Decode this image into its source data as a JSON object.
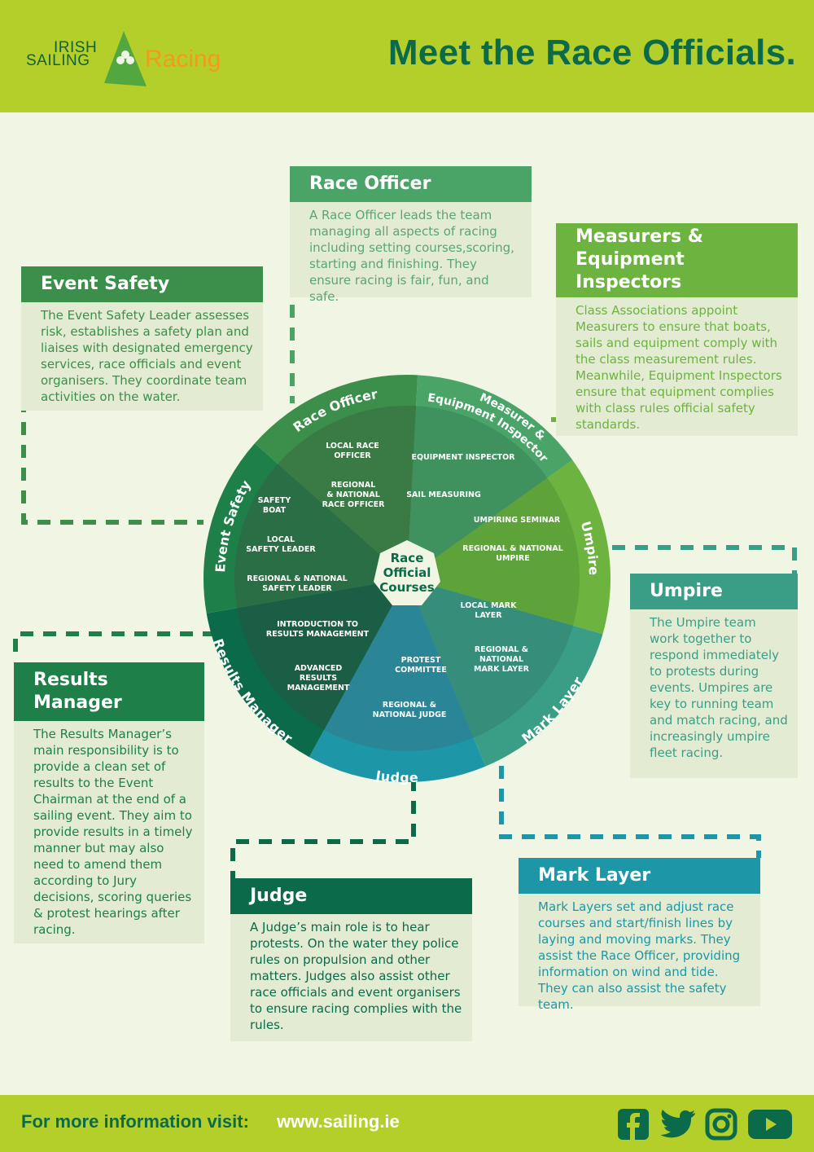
{
  "header": {
    "logo": {
      "line1": "IRISH",
      "line2": "SAILING",
      "line3": "Racing"
    },
    "title": "Meet the Race Officials."
  },
  "colors": {
    "header_bg": "#b5cf2a",
    "page_bg": "#f1f6e4",
    "race_officer": "#4aa468",
    "measurers": "#6cb33f",
    "umpire": "#3a9e86",
    "mark_layer": "#1d97a8",
    "judge": "#0b6a4a",
    "results_manager": "#1e8048",
    "event_safety": "#3b8f4a",
    "logo_orange": "#f39a1e"
  },
  "boxes": {
    "race_officer": {
      "title": "Race Officer",
      "text": "A Race Officer leads the team managing all aspects of racing including setting courses,scoring, starting and finishing. They ensure racing is fair, fun, and safe."
    },
    "measurers": {
      "title_line1": "Measurers &",
      "title_line2": "Equipment Inspectors",
      "text": "Class Associations appoint Measurers to ensure that boats, sails and equipment comply with the class measurement rules. Meanwhile, Equipment Inspectors ensure that equipment complies with class rules official safety standards."
    },
    "event_safety": {
      "title": "Event Safety",
      "text": "The Event Safety Leader assesses risk, establishes a safety plan and liaises with designated emergency services, race officials and event organisers. They coordinate team activities on the water."
    },
    "umpire": {
      "title": "Umpire",
      "text": "The Umpire team work together to respond immediately to protests during events. Umpires are key to running team and match racing, and increasingly umpire fleet racing."
    },
    "results_manager": {
      "title": "Results Manager",
      "text": "The Results Manager’s main responsibility is to provide a clean set of results to the Event Chairman at the end of a sailing event. They aim to provide results in a timely manner but may also need to amend them according to Jury decisions, scoring queries & protest hearings after racing."
    },
    "judge": {
      "title": "Judge",
      "text": "A Judge’s main role is to hear protests. On the water they police rules on propulsion and other matters. Judges also assist other race officials and event organisers to ensure racing complies with the rules."
    },
    "mark_layer": {
      "title": "Mark Layer",
      "text": "Mark Layers set and adjust race courses and start/finish lines by laying and moving marks. They assist the Race Officer, providing information on wind and tide. They can also assist the safety team."
    }
  },
  "wheel": {
    "center": [
      "Race",
      "Official",
      "Courses"
    ],
    "segments": [
      {
        "label": "Race Officer",
        "courses": [
          [
            "LOCAL RACE",
            "OFFICER"
          ],
          [
            "REGIONAL",
            "& NATIONAL",
            "RACE OFFICER"
          ]
        ]
      },
      {
        "label_line1": "Measurer &",
        "label_line2": "Equipment Inspector",
        "courses": [
          [
            "EQUIPMENT INSPECTOR"
          ],
          [
            "SAIL MEASURING"
          ]
        ]
      },
      {
        "label": "Umpire",
        "courses": [
          [
            "UMPIRING SEMINAR"
          ],
          [
            "REGIONAL & NATIONAL",
            "UMPIRE"
          ]
        ]
      },
      {
        "label": "Mark Layer",
        "courses": [
          [
            "LOCAL MARK",
            "LAYER"
          ],
          [
            "REGIONAL &",
            "NATIONAL",
            "MARK LAYER"
          ]
        ]
      },
      {
        "label": "Judge",
        "courses": [
          [
            "PROTEST",
            "COMMITTEE"
          ],
          [
            "REGIONAL &",
            "NATIONAL JUDGE"
          ]
        ]
      },
      {
        "label": "Results Manager",
        "courses": [
          [
            "INTRODUCTION TO",
            "RESULTS MANAGEMENT"
          ],
          [
            "ADVANCED",
            "RESULTS",
            "MANAGEMENT"
          ]
        ]
      },
      {
        "label": "Event Safety",
        "courses": [
          [
            "SAFETY",
            "BOAT"
          ],
          [
            "LOCAL",
            "SAFETY LEADER"
          ],
          [
            "REGIONAL & NATIONAL",
            "SAFETY LEADER"
          ]
        ]
      }
    ]
  },
  "footer": {
    "label": "For more information visit:",
    "url": "www.sailing.ie",
    "social": [
      "facebook-icon",
      "twitter-icon",
      "instagram-icon",
      "youtube-icon"
    ]
  }
}
